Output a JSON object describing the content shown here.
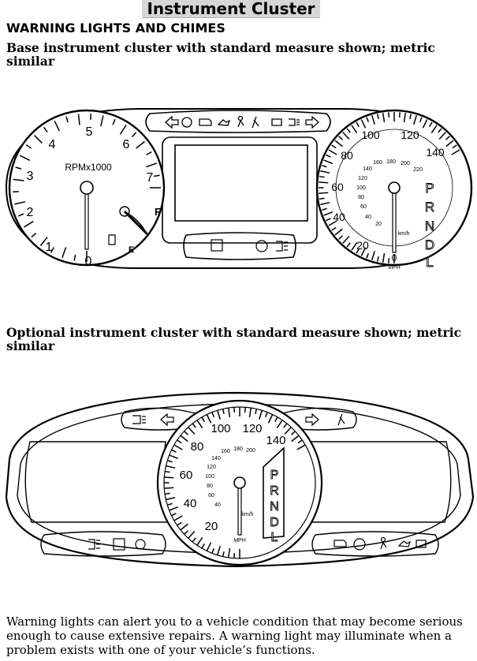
{
  "header": {
    "title": "Instrument Cluster"
  },
  "section": {
    "heading": "WARNING LIGHTS AND CHIMES"
  },
  "base": {
    "caption": "Base instrument cluster with standard measure shown; metric similar",
    "tach_numbers": [
      "0",
      "1",
      "2",
      "3",
      "4",
      "5",
      "6",
      "7"
    ],
    "tach_label": "RPMx1000",
    "fuel_full": "F",
    "fuel_empty": "E",
    "speed_mph": [
      "20",
      "40",
      "60",
      "80",
      "100",
      "120",
      "140"
    ],
    "speed_kmh": [
      "20",
      "40",
      "60",
      "80",
      "100",
      "120",
      "140",
      "160",
      "180",
      "200",
      "220"
    ],
    "speed_zero": "0",
    "speed_kmh_unit": "km/h",
    "speed_unit": "MPH",
    "gears": [
      "P",
      "R",
      "N",
      "D",
      "L"
    ]
  },
  "optional": {
    "caption": "Optional instrument cluster with standard measure shown; metric similar",
    "speed_mph": [
      "20",
      "40",
      "60",
      "80",
      "100",
      "120",
      "140"
    ],
    "speed_kmh": [
      "40",
      "60",
      "80",
      "100",
      "120",
      "140",
      "160",
      "180",
      "200"
    ],
    "speed_kmh_unit": "km/h",
    "speed_unit": "MPH",
    "gears": [
      "P",
      "R",
      "N",
      "D",
      "L"
    ]
  },
  "body": {
    "text": "Warning lights can alert you to a vehicle condition that may become serious enough to cause extensive repairs. A warning light may illuminate when a problem exists with one of your vehicle’s functions."
  }
}
